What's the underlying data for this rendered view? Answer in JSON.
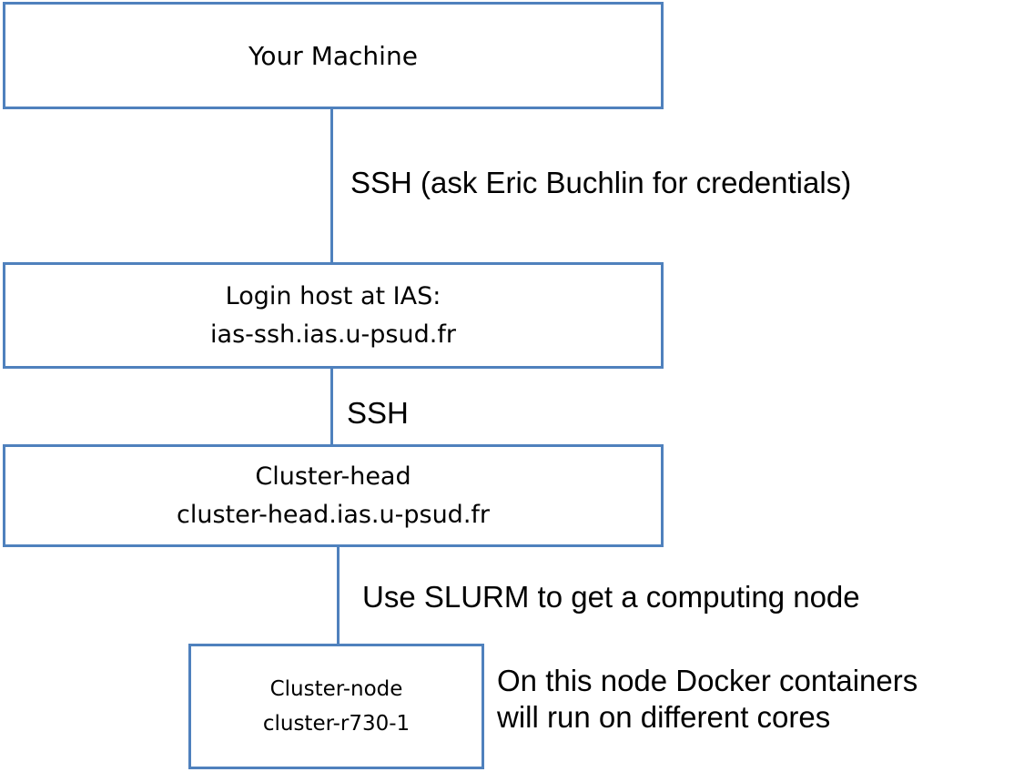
{
  "nodes": {
    "machine": {
      "title": "Your Machine"
    },
    "login": {
      "title": "Login host at IAS:",
      "host": "ias-ssh.ias.u-psud.fr"
    },
    "head": {
      "title": "Cluster-head",
      "host": "cluster-head.ias.u-psud.fr"
    },
    "node": {
      "title": "Cluster-node",
      "host": "cluster-r730-1"
    }
  },
  "edges": {
    "machine_to_login": "SSH (ask Eric Buchlin for credentials)",
    "login_to_head": "SSH",
    "head_to_node": "Use SLURM to get a computing node"
  },
  "notes": {
    "docker_line1": "On this node Docker containers",
    "docker_line2": "will run on different cores"
  },
  "colors": {
    "box_border": "#4f81bd",
    "connector": "#4f81bd"
  }
}
